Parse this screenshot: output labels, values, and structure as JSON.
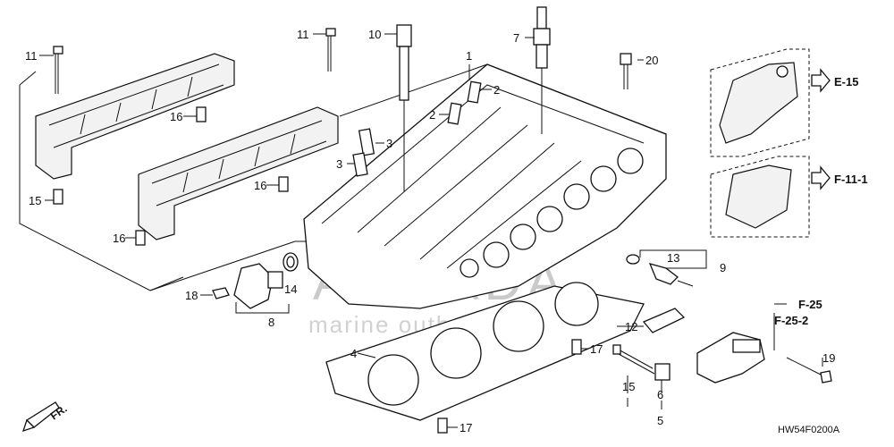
{
  "callouts": {
    "c1": "1",
    "c2a": "2",
    "c2b": "2",
    "c3a": "3",
    "c3b": "3",
    "c4": "4",
    "c5": "5",
    "c6": "6",
    "c7": "7",
    "c8": "8",
    "c9": "9",
    "c10": "10",
    "c11a": "11",
    "c11b": "11",
    "c12": "12",
    "c13": "13",
    "c14": "14",
    "c15": "15",
    "c16a": "16",
    "c16b": "16",
    "c16c": "16",
    "c17a": "17",
    "c17b": "17",
    "c18": "18",
    "c19": "19",
    "c20": "20",
    "c15b": "15"
  },
  "references": {
    "e15": "E-15",
    "f11": "F-11-1",
    "f25": "F-25",
    "f252": "F-25-2"
  },
  "direction_label": "FR.",
  "diagram_code": "HW54F0200A",
  "watermark": {
    "brand": "ARMADA",
    "tagline": "marine outboards"
  }
}
